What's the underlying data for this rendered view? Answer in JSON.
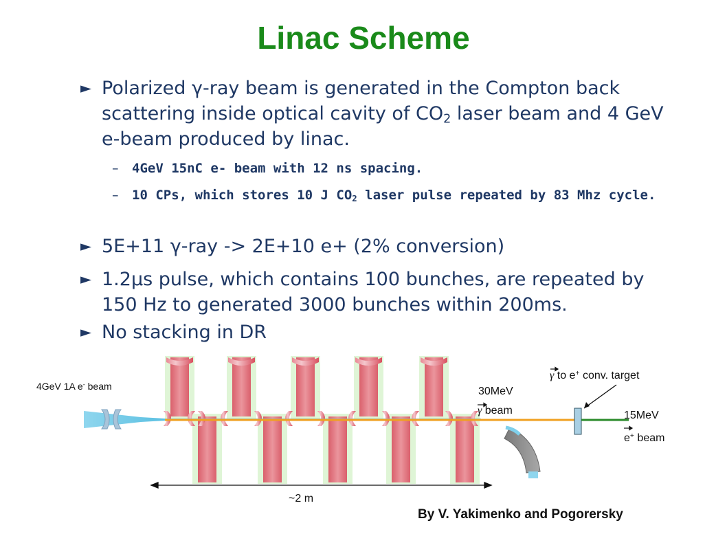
{
  "title": "Linac Scheme",
  "bullets": [
    {
      "marker": "►",
      "pre": "Polarized γ-ray beam is generated in the Compton back scattering inside optical cavity of CO",
      "sub": "2",
      "post": " laser beam and 4 GeV e-beam produced by linac."
    },
    {
      "marker": "–",
      "text": "4GeV 15nC e- beam with 12 ns spacing."
    },
    {
      "marker": "–",
      "pre": "10 CPs, which stores 10 J CO",
      "sub": "2",
      "post": " laser pulse repeated by 83 Mhz cycle."
    },
    {
      "marker": "►",
      "text": "5E+11 γ-ray -> 2E+10 e+ (2% conversion)"
    },
    {
      "marker": "►",
      "text": "1.2μs pulse, which contains 100 bunches, are repeated by 150 Hz to generated 3000 bunches within 200ms."
    },
    {
      "marker": "►",
      "text": "No stacking in DR"
    }
  ],
  "diagram": {
    "ebeam_pre": "4GeV 1A e",
    "ebeam_sup": "-",
    "ebeam_post": " beam",
    "gamma30_line1": "30MeV",
    "gamma30_sym": "γ",
    "gamma30_line2": " beam",
    "conv_sym": "γ",
    "conv_mid": " to e",
    "conv_sup": "+",
    "conv_post": " conv. target",
    "pos_line1": "15MeV",
    "pos_pre": "e",
    "pos_sup": "+",
    "pos_post": " beam",
    "length": "~2 m",
    "colors": {
      "laser": "#e06070",
      "cavity_bg": "#dff5d6",
      "ebeam": "#66c6e6",
      "gamma": "#f0a020",
      "positron": "#2a8a2a"
    }
  },
  "credit": "By V. Yakimenko and Pogorersky"
}
